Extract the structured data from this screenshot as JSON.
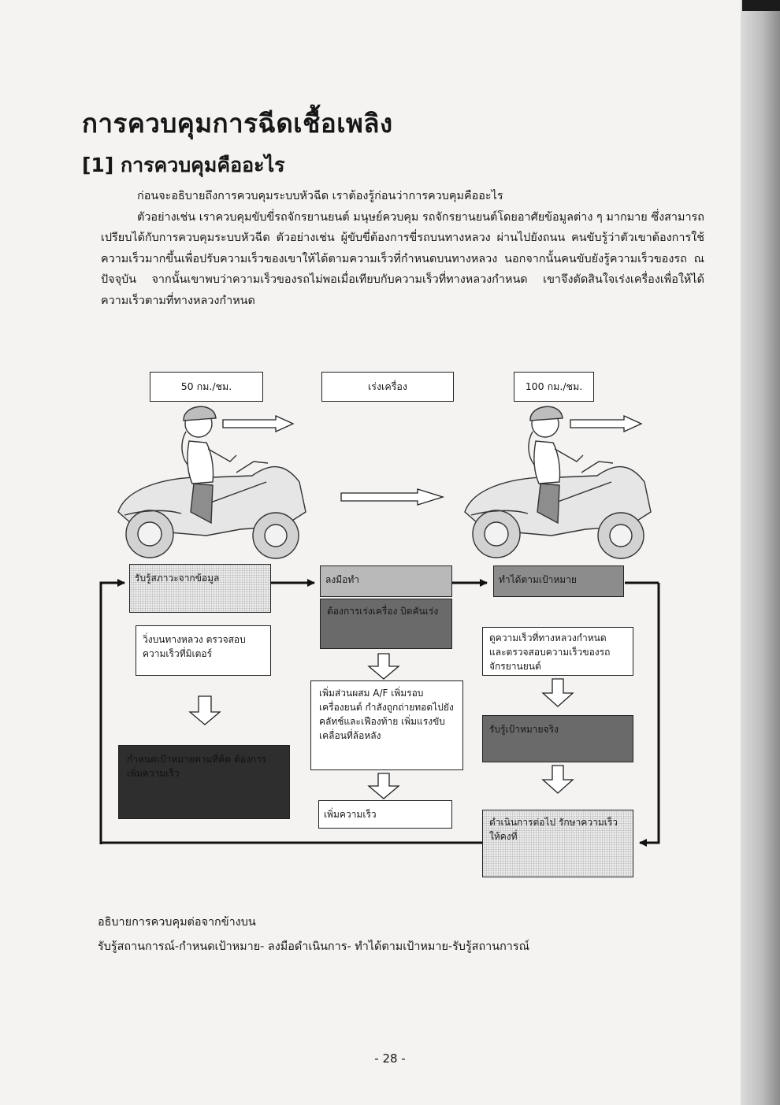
{
  "title": "การควบคุมการฉีดเชื้อเพลิง",
  "section_heading": "[1] การควบคุมคืออะไร",
  "paragraphs": [
    "ก่อนจะอธิบายถึงการควบคุมระบบหัวฉีด เราต้องรู้ก่อนว่าการควบคุมคืออะไร",
    "ตัวอย่างเช่น เราควบคุมขับขี่รถจักรยานยนต์ มนุษย์ควบคุม รถจักรยานยนต์โดยอาศัยข้อมูลต่าง ๆ มากมาย ซึ่งสามารถเปรียบได้กับการควบคุมระบบหัวฉีด ตัวอย่างเช่น ผู้ขับขี่ต้องการขี่รถบนทางหลวง ผ่านไปยังถนน คนขับรู้ว่าตัวเขาต้องการใช้ความเร็วมากขึ้นเพื่อปรับความเร็วของเขาให้ได้ตามความเร็วที่กำหนดบนทางหลวง นอกจากนั้นคนขับยังรู้ความเร็วของรถ ณ ปัจจุบัน จากนั้นเขาพบว่าความเร็วของรถไม่พอเมื่อเทียบกับความเร็วที่ทางหลวงกำหนด เขาจึงตัดสินใจเร่งเครื่องเพื่อให้ได้ความเร็วตามที่ทางหลวงกำหนด"
  ],
  "diagram": {
    "headers": {
      "left": "50 กม./ชม.",
      "center": "เร่งเครื่อง",
      "right": "100 กม./ชม."
    },
    "left_column": {
      "perceive": "รับรู้สภาวะจากข้อมูล",
      "check": "วิ่งบนทางหลวง ตรวจสอบความเร็วที่มิเตอร์",
      "decide": "กำหนดเป้าหมายตามที่คิด ต้องการเพิ่มความเร็ว"
    },
    "center_column": {
      "act": "ลงมือทำ",
      "want": "ต้องการเร่งเครื่อง บิดคันเร่ง",
      "mechanism": "เพิ่มส่วนผสม A/F เพิ่มรอบเครื่องยนต์ กำลังถูกถ่ายทอดไปยังคลัทช์และเฟืองท้าย เพิ่มแรงขับเคลื่อนที่ล้อหลัง",
      "result": "เพิ่มความเร็ว"
    },
    "right_column": {
      "achieve": "ทำได้ตามเป้าหมาย",
      "observe": "ดูความเร็วที่ทางหลวงกำหนด และตรวจสอบความเร็วของรถจักรยานยนต์",
      "confirm": "รับรู้เป้าหมายจริง",
      "continue": "ดำเนินการต่อไป รักษาความเร็วให้คงที่"
    }
  },
  "caption": {
    "line1": "อธิบายการควบคุมต่อจากข้างบน",
    "line2": "รับรู้สถานการณ์-กำหนดเป้าหมาย- ลงมือดำเนินการ- ทำได้ตามเป้าหมาย-รับรู้สถานการณ์"
  },
  "page_number": "- 28 -"
}
